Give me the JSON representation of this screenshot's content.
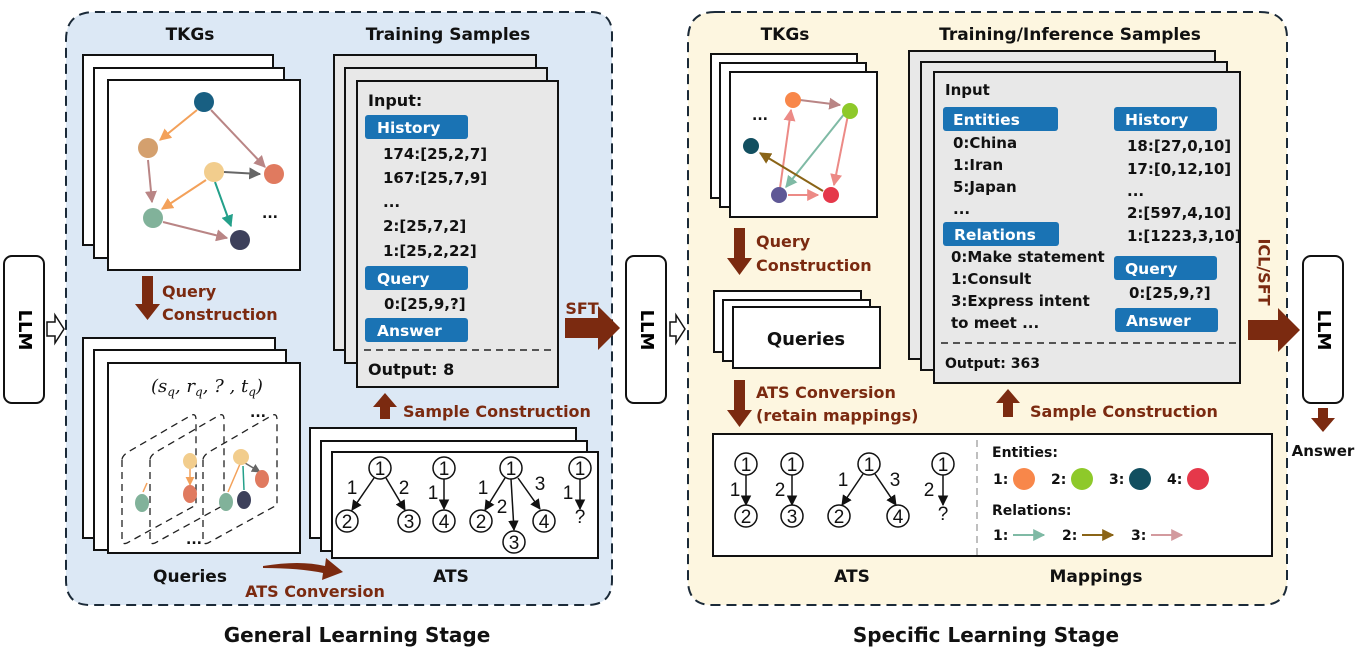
{
  "general_stage": {
    "title": "General Learning Stage",
    "tkgs_label": "TKGs",
    "training_samples_label": "Training Samples",
    "query_construction": [
      "Query",
      "Construction"
    ],
    "queries_label": "Queries",
    "query_formula": "(s_q, r_q, ?, t_q)",
    "ellipsis": "...",
    "ats_label": "ATS",
    "ats_conversion": "ATS Conversion",
    "sample_construction": "Sample Construction",
    "sft_label": "SFT",
    "sample": {
      "input_label": "Input:",
      "history_tag": "History",
      "history": [
        "174:[25,2,7]",
        "167:[25,7,9]",
        "...",
        "2:[25,7,2]",
        "1:[25,2,22]"
      ],
      "query_tag": "Query",
      "query": "0:[25,9,?]",
      "answer_tag": "Answer",
      "output": "Output: 8"
    },
    "ats_trees": {
      "tree1": {
        "root": "1",
        "edges": [
          {
            "label": "1",
            "child": "2"
          },
          {
            "label": "2",
            "child": "3"
          }
        ]
      },
      "tree2": {
        "root": "1",
        "edges": [
          {
            "label": "1",
            "child": "4"
          }
        ]
      },
      "tree3": {
        "root": "1",
        "edges": [
          {
            "label": "1",
            "child": "2"
          },
          {
            "label": "2",
            "child": "3"
          },
          {
            "label": "3",
            "child": "4"
          }
        ]
      },
      "tree4": {
        "root": "1",
        "edges": [
          {
            "label": "1",
            "child": "?"
          }
        ]
      }
    }
  },
  "specific_stage": {
    "title": "Specific Learning Stage",
    "tkgs_label": "TKGs",
    "samples_label": "Training/Inference Samples",
    "query_construction": [
      "Query",
      "Construction"
    ],
    "queries_label": "Queries",
    "ats_conversion": [
      "ATS Conversion",
      "(retain mappings)"
    ],
    "sample_construction": "Sample Construction",
    "icl_sft_label": "ICL/SFT",
    "ats_label": "ATS",
    "mappings_label": "Mappings",
    "sample": {
      "input_label": "Input",
      "entities_tag": "Entities",
      "entities": [
        "0:China",
        "1:Iran",
        "5:Japan",
        "..."
      ],
      "relations_tag": "Relations",
      "relations": [
        "0:Make statement",
        "1:Consult",
        "3:Express intent",
        "to meet ..."
      ],
      "history_tag": "History",
      "history": [
        "18:[27,0,10]",
        "17:[0,12,10]",
        "...",
        "2:[597,4,10]",
        "1:[1223,3,10]"
      ],
      "query_tag": "Query",
      "query": "0:[25,9,?]",
      "answer_tag": "Answer",
      "output": "Output: 363"
    },
    "ats_trees": {
      "tree1": {
        "root": "1",
        "edges": [
          {
            "label": "1",
            "child": "2"
          }
        ]
      },
      "tree2": {
        "root": "1",
        "edges": [
          {
            "label": "2",
            "child": "3"
          }
        ]
      },
      "tree3": {
        "root": "1",
        "edges": [
          {
            "label": "1",
            "child": "2"
          },
          {
            "label": "3",
            "child": "4"
          }
        ]
      },
      "tree4": {
        "root": "1",
        "edges": [
          {
            "label": "2",
            "child": "?"
          }
        ]
      }
    },
    "mappings": {
      "entities_title": "Entities:",
      "entities": [
        {
          "key": "1:",
          "color": "#f8874a"
        },
        {
          "key": "2:",
          "color": "#8ec92a"
        },
        {
          "key": "3:",
          "color": "#124f60"
        },
        {
          "key": "4:",
          "color": "#e5384a"
        }
      ],
      "relations_title": "Relations:",
      "relations": [
        {
          "key": "1:",
          "color": "#7fbaa5"
        },
        {
          "key": "2:",
          "color": "#8a6417"
        },
        {
          "key": "3:",
          "color": "#d39a9e"
        }
      ]
    }
  },
  "llm_label": "LLM",
  "answer_label": "Answer",
  "colors": {
    "general_bg": "#dce8f5",
    "specific_bg": "#fdf6e0",
    "accent_brown": "#7b2a10",
    "tag_blue": "#1a73b4",
    "panel_gray": "#e8e8e8"
  }
}
